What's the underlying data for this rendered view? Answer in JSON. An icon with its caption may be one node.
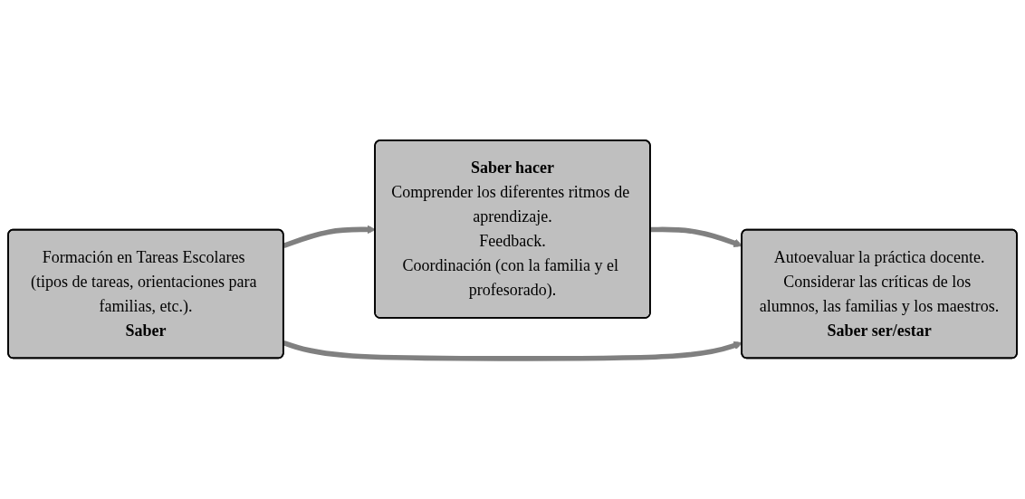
{
  "diagram": {
    "nodes": [
      {
        "text": [
          "Formación en Tareas Escolares (tipos de tareas, orientaciones para familias, etc.).",
          "Saber"
        ]
      },
      {
        "text": [
          "Saber hacer",
          "Comprender los diferentes ritmos de aprendizaje.",
          "Feedback.",
          "Coordinación (con la familia y el profesorado)."
        ]
      },
      {
        "text": [
          "Autoevaluar la práctica docente.",
          "Considerar las críticas de los alumnos, las familias y los maestros.",
          "Saber ser/estar"
        ]
      }
    ],
    "edges": [
      {
        "from": 0,
        "to": 1,
        "arrow": "to"
      },
      {
        "from": 1,
        "to": 2,
        "arrow": "to"
      },
      {
        "from": 0,
        "to": 2,
        "arrow": "to"
      }
    ]
  }
}
